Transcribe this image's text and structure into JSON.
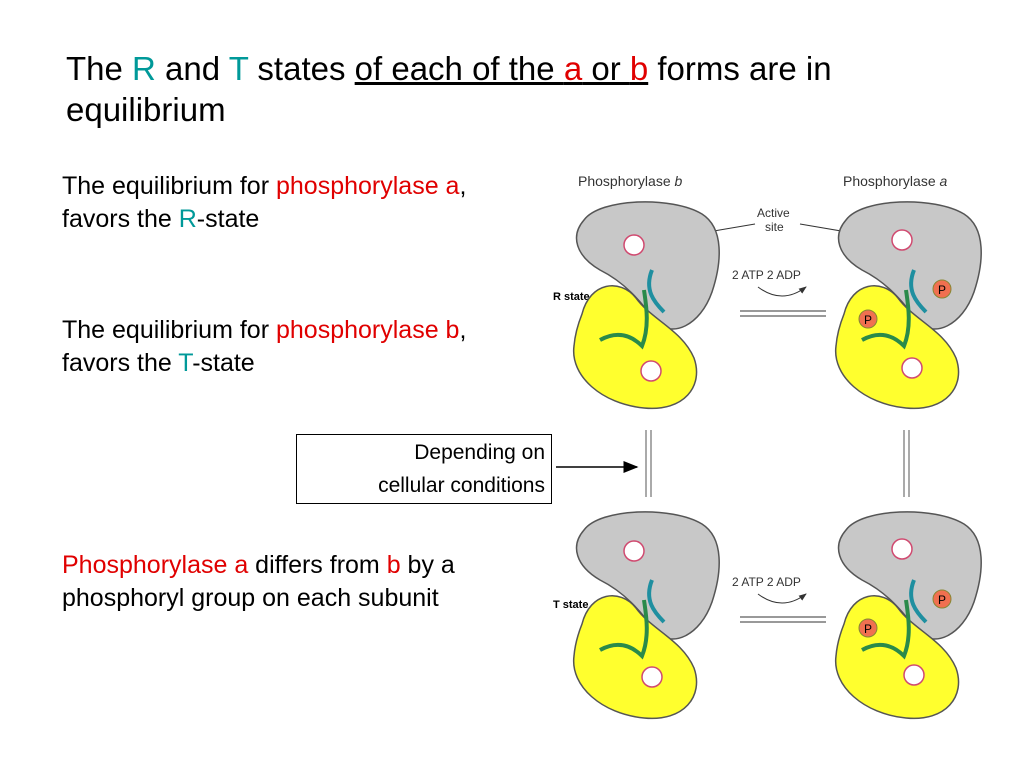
{
  "title": {
    "w1": "The ",
    "R": "R",
    "w2": " and ",
    "T": "T",
    "w3": " states ",
    "u1": "of each of the ",
    "a": "a",
    "u2": " or ",
    "b": "b",
    "w4": " forms are in equilibrium"
  },
  "para1": {
    "t1": "The equilibrium for ",
    "red": "phosphorylase a",
    "t2": ", favors the ",
    "teal": "R",
    "t3": "-state"
  },
  "para2": {
    "t1": "The equilibrium for ",
    "red": "phosphorylase b",
    "t2": ", favors the ",
    "teal": "T",
    "t3": "-state"
  },
  "para3": {
    "red1": "Phosphorylase a",
    "t1": " differs from ",
    "red2": "b",
    "t2": " by a phosphoryl group on each subunit"
  },
  "callout": {
    "line1": "Depending on",
    "line2": "cellular conditions"
  },
  "diagram": {
    "label_b": "Phosphorylase",
    "label_b_italic": "b",
    "label_a": "Phosphorylase",
    "label_a_italic": "a",
    "active_site": "Active",
    "active_site2": "site",
    "atp_adp_top": "2  ATP  2  ADP",
    "atp_adp_bottom": "2  ATP  2  ADP",
    "r_state": "R state",
    "t_state": "T state",
    "p_label": "P"
  },
  "colors": {
    "red": "#e00000",
    "teal": "#009999",
    "yellow": "#ffff2e",
    "gray": "#c8c8c8",
    "strand": "#1f8fa0",
    "strand2": "#2a8a4a",
    "phospho": "#f07050"
  }
}
